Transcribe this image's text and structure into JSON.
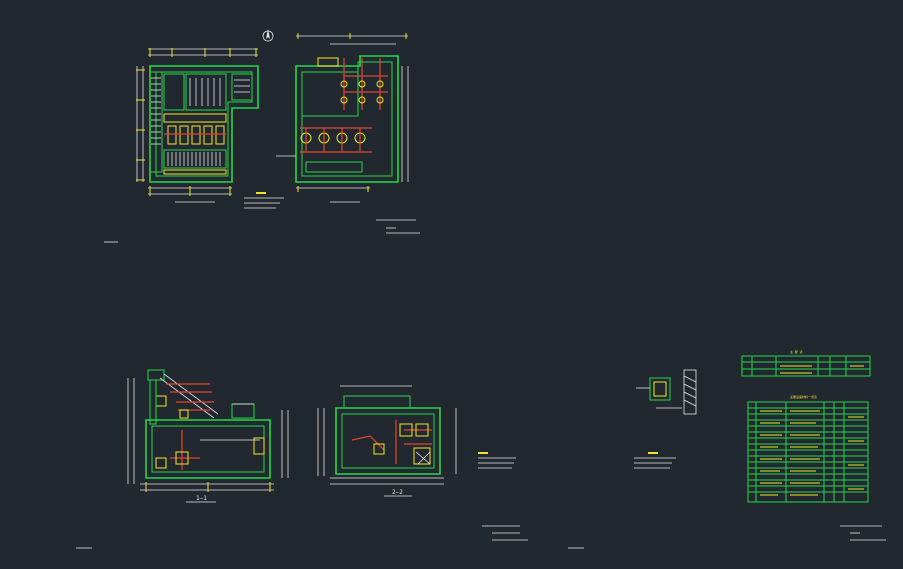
{
  "drawing": {
    "background": "#212830",
    "colors": {
      "wall": "#27d64a",
      "dimension": "#e8e8e8",
      "equipment": "#f1e52a",
      "piping": "#e0452f"
    },
    "section_labels": {
      "section_1": "1—1",
      "section_2": "2—2"
    },
    "tables": {
      "small_table_title": "主 要 表",
      "large_table_title": "主要设备材料一览表"
    },
    "icons": [
      "north-arrow-icon"
    ]
  }
}
